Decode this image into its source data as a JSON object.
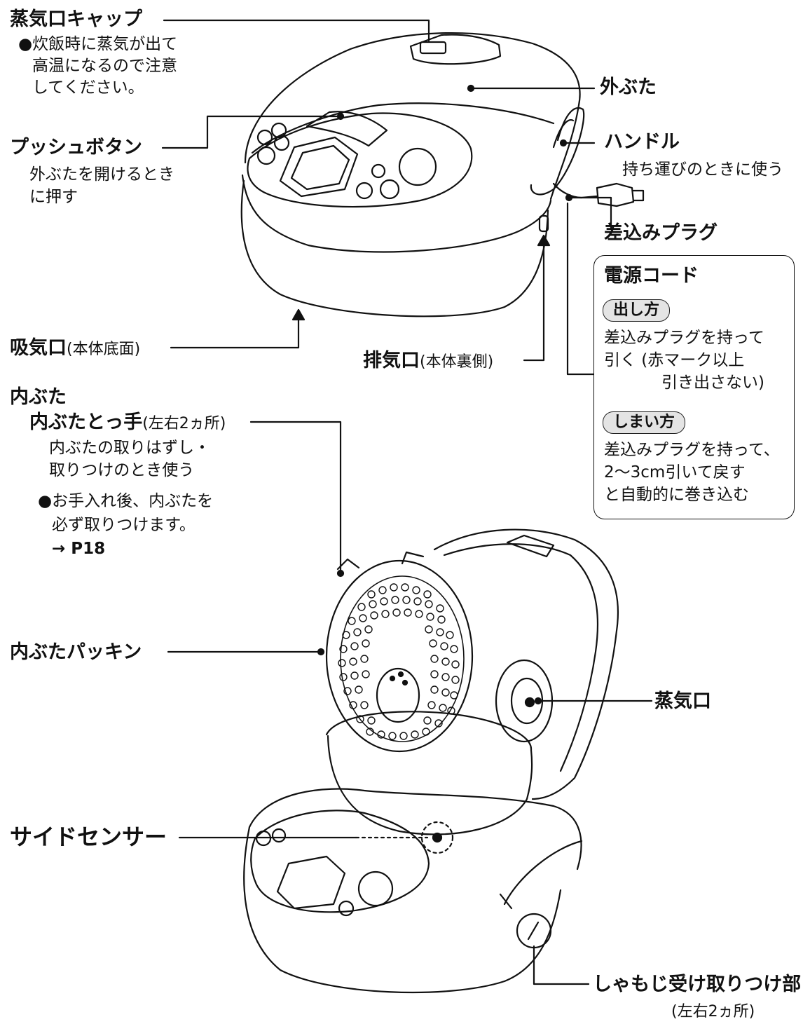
{
  "callouts": {
    "steam_vent_cap": {
      "label": "蒸気口キャップ",
      "note_lines": [
        "●炊飯時に蒸気が出て",
        "高温になるので注意",
        "してください。"
      ]
    },
    "outer_lid": {
      "label": "外ぶた"
    },
    "push_button": {
      "label": "プッシュボタン",
      "note_lines": [
        "外ぶたを開けるとき",
        "に押す"
      ]
    },
    "handle": {
      "label": "ハンドル",
      "note": "持ち運びのときに使う"
    },
    "plug": {
      "label": "差込みプラグ"
    },
    "intake": {
      "label": "吸気口",
      "sub": "(本体底面)"
    },
    "exhaust": {
      "label": "排気口",
      "sub": "(本体裏側)"
    },
    "inner_lid": {
      "heading": "内ぶた",
      "grip_label": "内ぶたとっ手",
      "grip_sub": "(左右2ヵ所)",
      "grip_note_lines": [
        "内ぶたの取りはずし・",
        "取りつけのとき使う"
      ],
      "care_note_lines": [
        "●お手入れ後、内ぶたを",
        "必ず取りつけます。",
        "→ P18"
      ],
      "packing_label": "内ぶたパッキン"
    },
    "steam_port": {
      "label": "蒸気口"
    },
    "side_sensor": {
      "label": "サイドセンサー"
    },
    "paddle_holder": {
      "label": "しゃもじ受け取りつけ部",
      "sub": "(左右2ヵ所)"
    }
  },
  "power_cord_box": {
    "title": "電源コード",
    "pull_out": {
      "badge": "出し方",
      "lines": [
        "差込みプラグを持って",
        "引く (赤マーク以上",
        "引き出さない)"
      ]
    },
    "retract": {
      "badge": "しまい方",
      "lines": [
        "差込みプラグを持って、",
        "2〜3cm引いて戻す",
        "と自動的に巻き込む"
      ]
    }
  }
}
